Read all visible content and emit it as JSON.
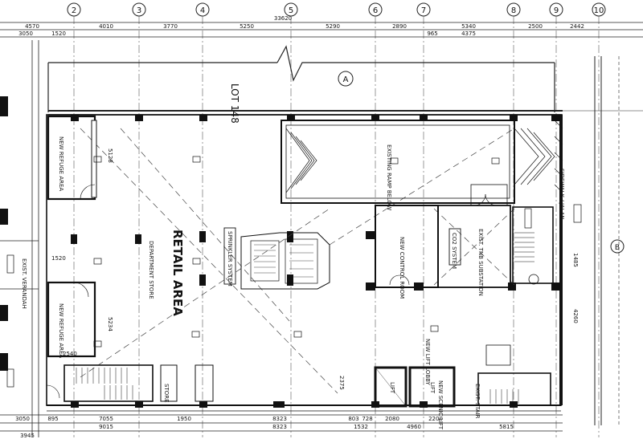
{
  "grid": {
    "numbers": [
      "2",
      "3",
      "4",
      "5",
      "6",
      "7",
      "8",
      "9",
      "10"
    ]
  },
  "dimensions_top": {
    "overall": "33620",
    "row1": [
      "4570",
      "1520",
      "4010",
      "3770",
      "5250",
      "5290",
      "2890",
      "5340",
      "2500",
      "2442"
    ],
    "row2": [
      "3050",
      "965",
      "4375"
    ]
  },
  "dimensions_bottom": {
    "row1": [
      "3050",
      "895",
      "7055",
      "1950",
      "8323",
      "803",
      "728",
      "2080",
      "2200"
    ],
    "row2": [
      "3945",
      "9015",
      "8323",
      "1532",
      "4960",
      "5815"
    ]
  },
  "dimensions_side": [
    "5128",
    "1520",
    "5234",
    "2540",
    "1485",
    "4260",
    "2375"
  ],
  "labels": {
    "lot": "LOT 148",
    "grid_a": "A",
    "grid_b": "B",
    "retail": "RETAIL AREA",
    "sprinkler": "SPRINKLER SYSTEM",
    "co2": "CO2 SYSTEM",
    "lift1": "LIFT",
    "lift2": "LIFT",
    "new_scenic_lift": "NEW SCENIC LIFT",
    "new_lobby": "NEW LIFT LOBBY",
    "existing_ramp": "EXISTING RAMP BELOW",
    "new_control_room": "NEW CONTROL ROOM",
    "new_sub": "EXIST. TNB SUBSTATION",
    "refuge_top": "NEW REFUGE AREA",
    "refuge_bot": "NEW REFUGE AREA",
    "exist_verandah": "EXIST. VERANDAH",
    "department_store": "DEPARTMENT STORE",
    "jalan": "SIDEWALK / JALAN",
    "store": "STORE",
    "exist_stair": "EXIST. STAIR"
  }
}
